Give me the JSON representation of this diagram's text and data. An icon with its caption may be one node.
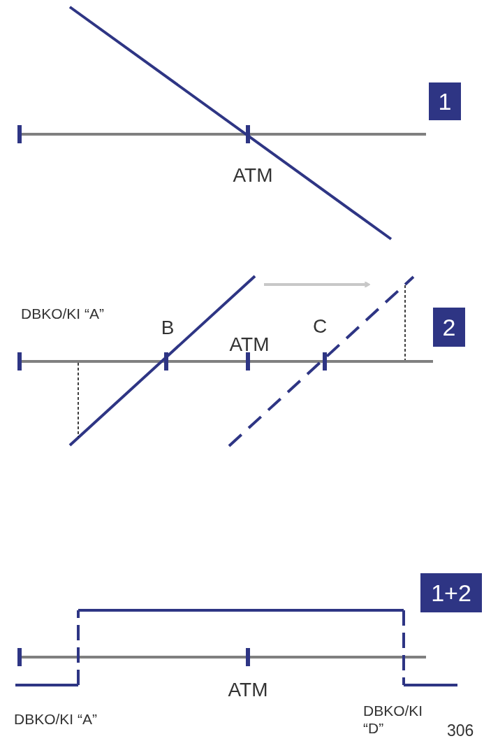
{
  "diagram": {
    "nodes": [
      {
        "text": [
          "1"
        ]
      },
      {
        "text": [
          "2"
        ]
      },
      {
        "text": [
          "1+2"
        ]
      }
    ],
    "labels": [
      "ATM",
      "DBKO/KI “A”",
      "B",
      "C",
      "ATM",
      "ATM",
      "DBKO/KI “A”",
      "DBKO/KI “D”",
      "306"
    ]
  }
}
